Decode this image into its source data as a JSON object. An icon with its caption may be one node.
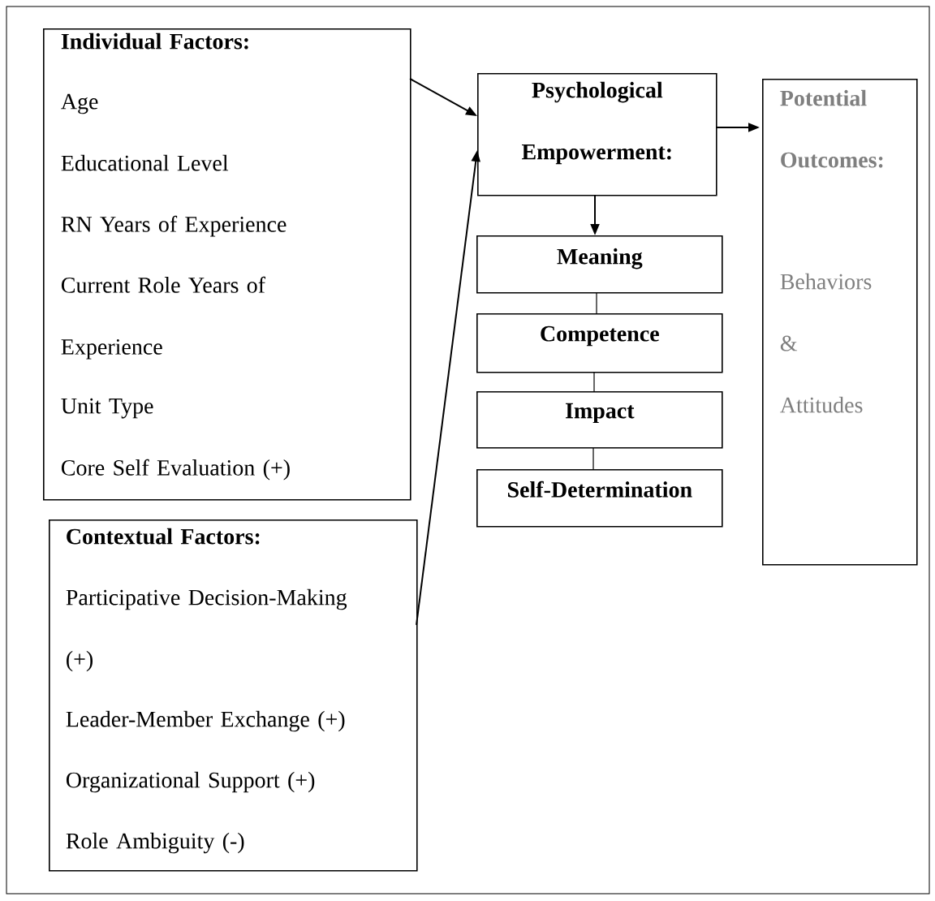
{
  "diagram": {
    "nodes": [
      {
        "text": [
          "Individual Factors:",
          "Age",
          "Educational Level",
          "RN Years of Experience",
          "Current Role Years of Experience",
          "Unit Type",
          "Core Self Evaluation (+)"
        ]
      },
      {
        "text": [
          "Contextual Factors:",
          "Participative Decision-Making (+)",
          "Leader-Member Exchange (+)",
          "Organizational Support (+)",
          "Role Ambiguity (-)"
        ]
      },
      {
        "text": [
          "Psychological Empowerment:"
        ]
      },
      {
        "text": [
          "Meaning"
        ]
      },
      {
        "text": [
          "Competence"
        ]
      },
      {
        "text": [
          "Impact"
        ]
      },
      {
        "text": [
          "Self-Determination"
        ]
      },
      {
        "text": [
          "Potential Outcomes:",
          "Behaviors & Attitudes"
        ]
      }
    ],
    "edges": [
      {
        "from": 0,
        "to": 2,
        "arrow": "to"
      },
      {
        "from": 1,
        "to": 2,
        "arrow": "to"
      },
      {
        "from": 2,
        "to": 7,
        "arrow": "to"
      },
      {
        "from": 2,
        "to": 3,
        "arrow": "to"
      },
      {
        "from": 3,
        "to": 4,
        "arrow": "none"
      },
      {
        "from": 4,
        "to": 5,
        "arrow": "none"
      },
      {
        "from": 5,
        "to": 6,
        "arrow": "none"
      }
    ]
  }
}
